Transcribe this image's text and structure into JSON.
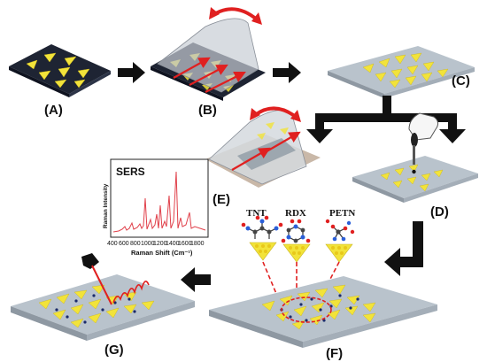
{
  "panels": {
    "a": "(A)",
    "b": "(B)",
    "c": "(C)",
    "d": "(D)",
    "e": "(E)",
    "f": "(F)",
    "g": "(G)"
  },
  "molecules": [
    "TNT",
    "RDX",
    "PETN"
  ],
  "spectrum": {
    "title": "SERS",
    "xlabel": "Raman Shift (Cm⁻¹)",
    "ylabel": "Raman Intensity",
    "xticks": [
      "400",
      "600",
      "800",
      "1000",
      "1200",
      "1400",
      "1600",
      "1800"
    ],
    "line_color": "#e0404a"
  },
  "colors": {
    "gold": "#f2e33a",
    "substrate": "#b9c3cc",
    "dark_substrate": "#1e2433",
    "arrow": "#111111",
    "red_arrow": "#e02020"
  }
}
